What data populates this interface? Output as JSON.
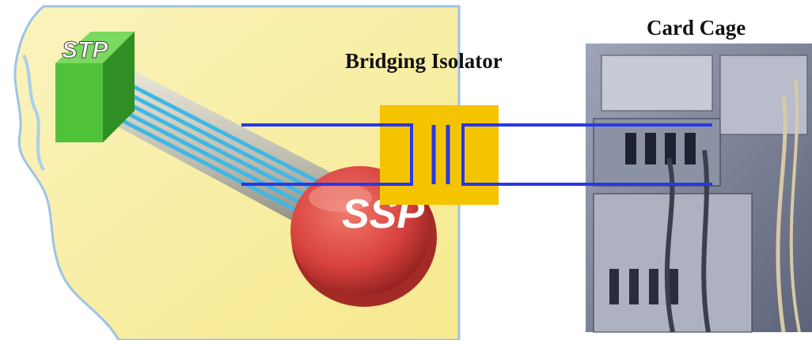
{
  "labels": {
    "bridging_isolator": "Bridging Isolator",
    "card_cage": "Card Cage",
    "stp": "STP",
    "ssp": "SSP"
  },
  "colors": {
    "background_art": "#f9f0a8",
    "stp_cube": "#4fc23a",
    "ssp_button": "#d9433f",
    "isolator_box": "#f5c400",
    "signal_line": "#2838e6",
    "cable_strands": "#3fb7e6"
  },
  "icons": {
    "stp": "stp-cube-icon",
    "ssp": "ssp-button-icon",
    "isolator": "bridging-isolator-icon",
    "card_cage": "card-cage-photo"
  }
}
